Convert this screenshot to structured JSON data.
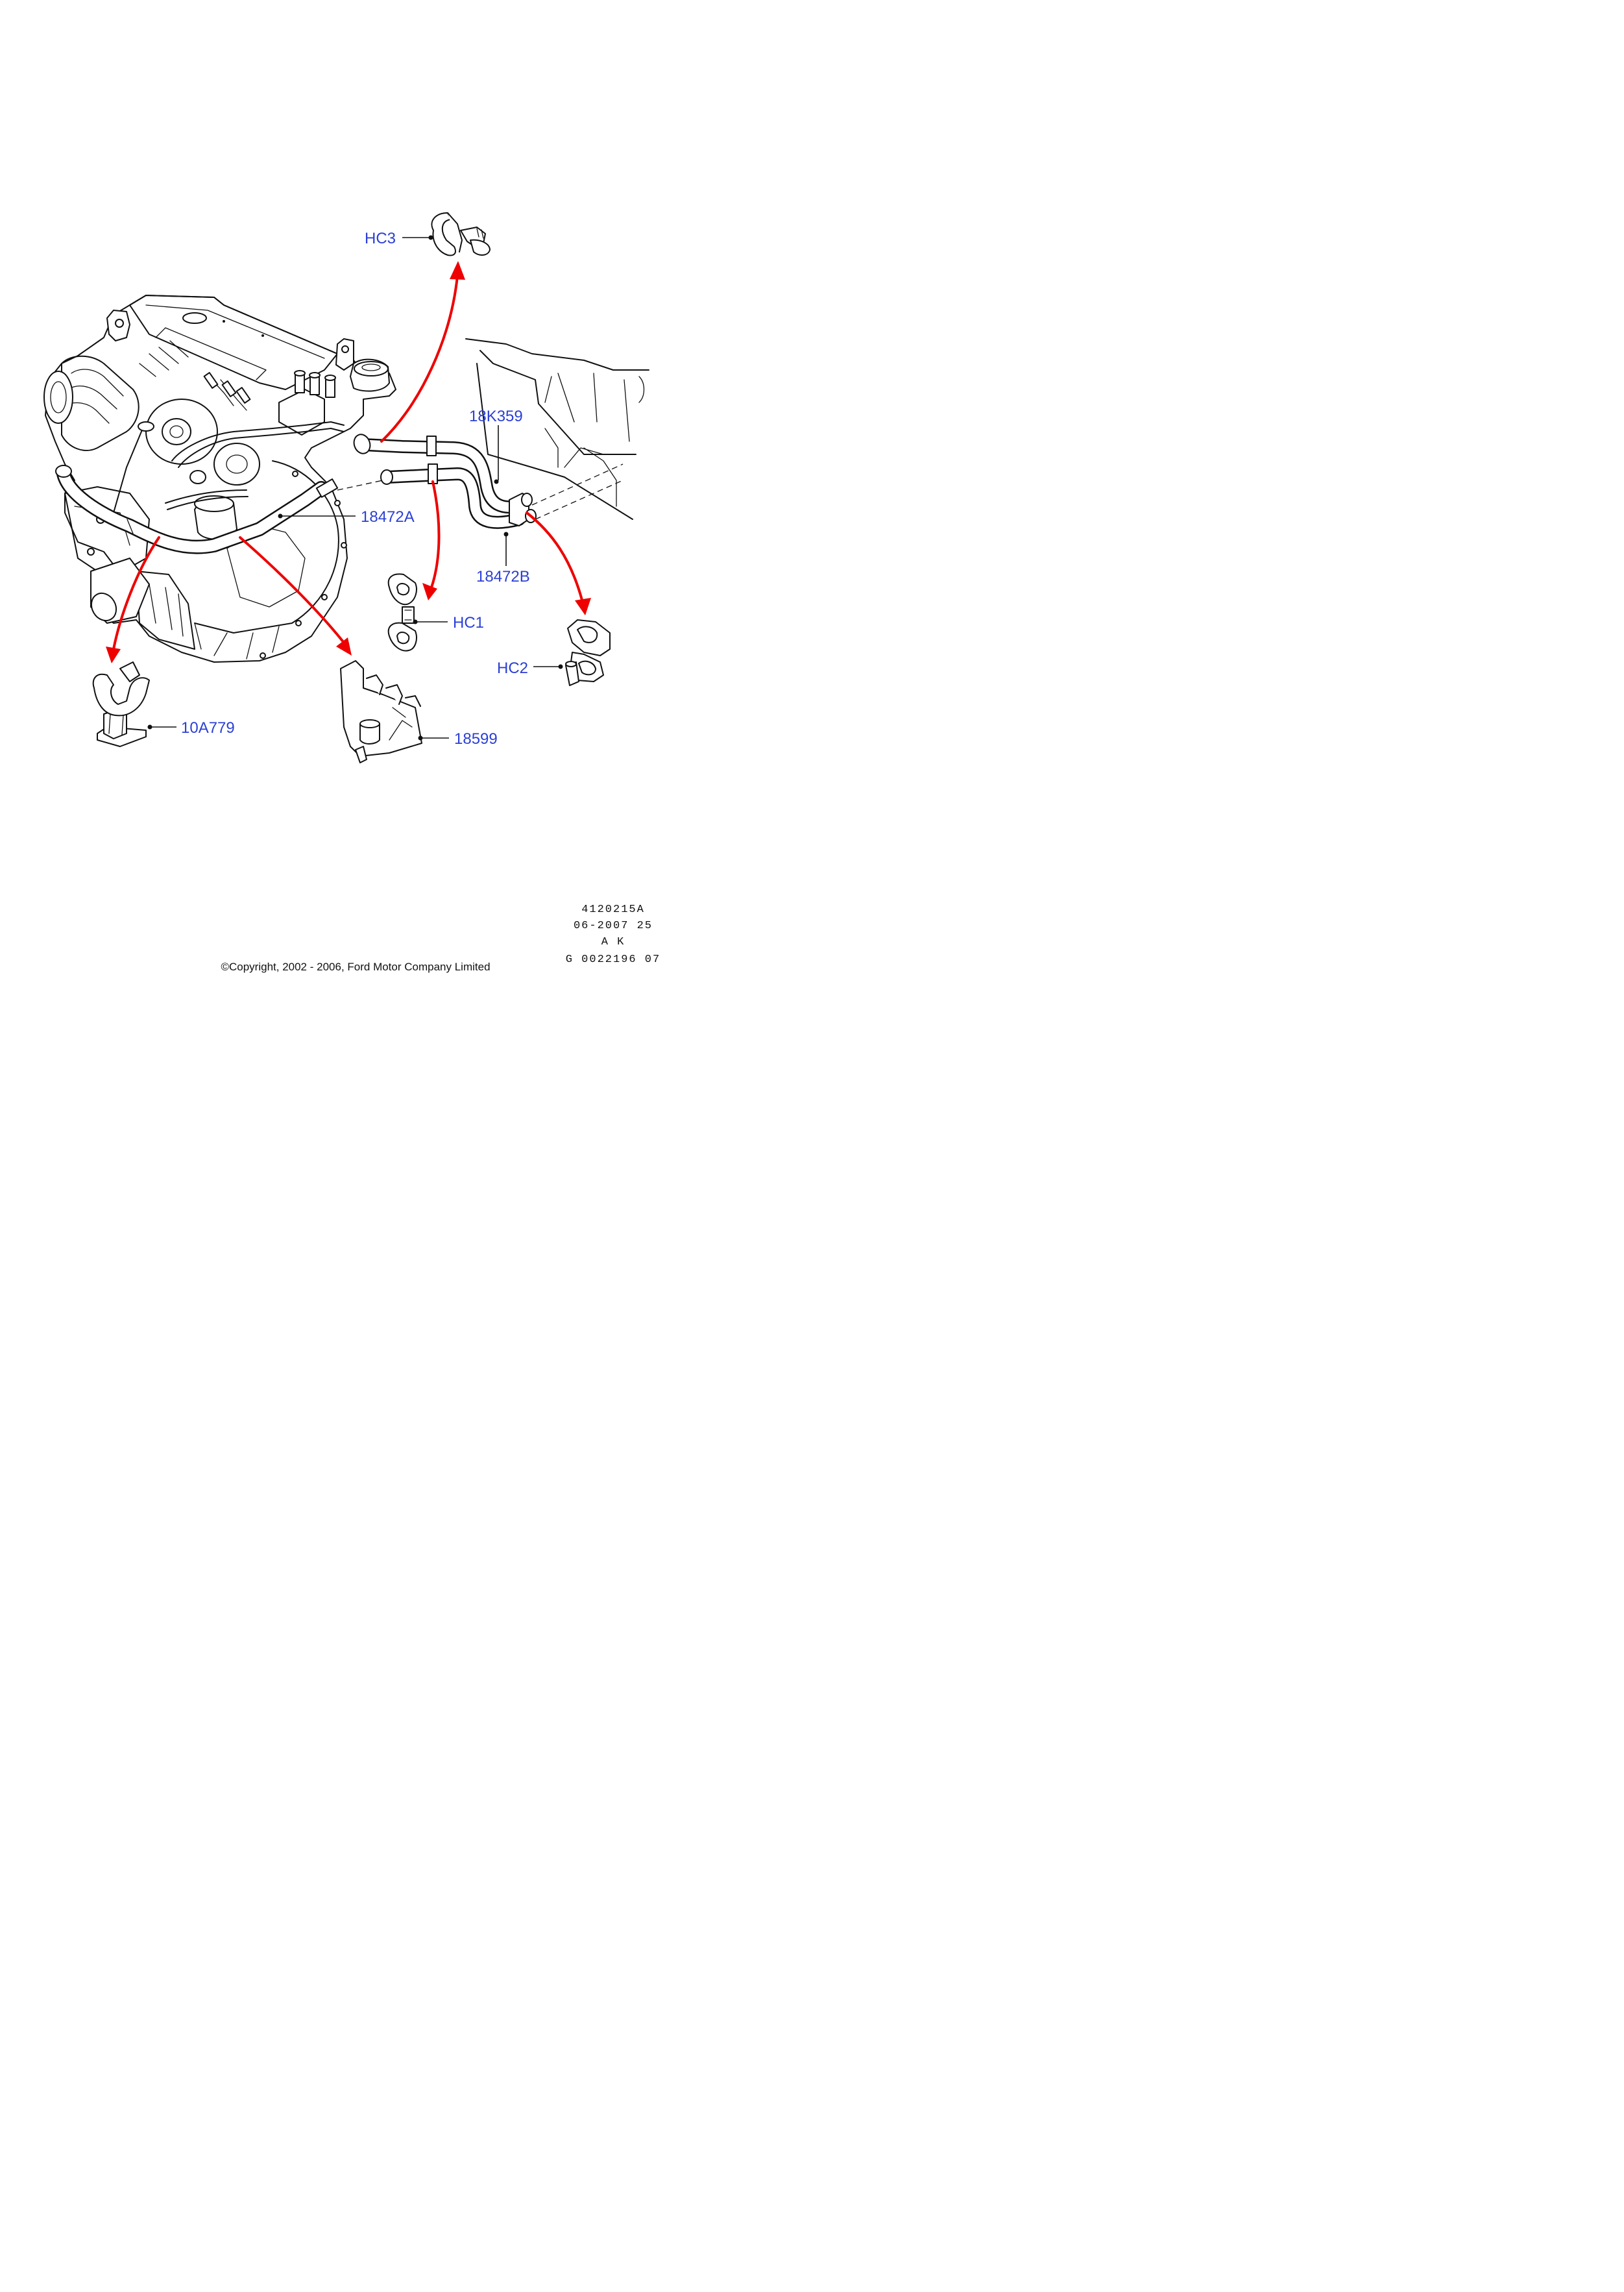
{
  "callouts": {
    "hc3": "HC3",
    "p18k359": "18K359",
    "p18472a": "18472A",
    "p18472b": "18472B",
    "hc1": "HC1",
    "hc2": "HC2",
    "p10a779": "10A779",
    "p18599": "18599"
  },
  "reference": {
    "line1": "4120215A",
    "line2": "06-2007 25",
    "line3": "A K",
    "line4": "G 0022196 07"
  },
  "copyright": "©Copyright, 2002 - 2006, Ford Motor Company Limited",
  "colors": {
    "callout_text": "#2b3fd6",
    "arrow": "#ee0000",
    "line": "#111111"
  }
}
